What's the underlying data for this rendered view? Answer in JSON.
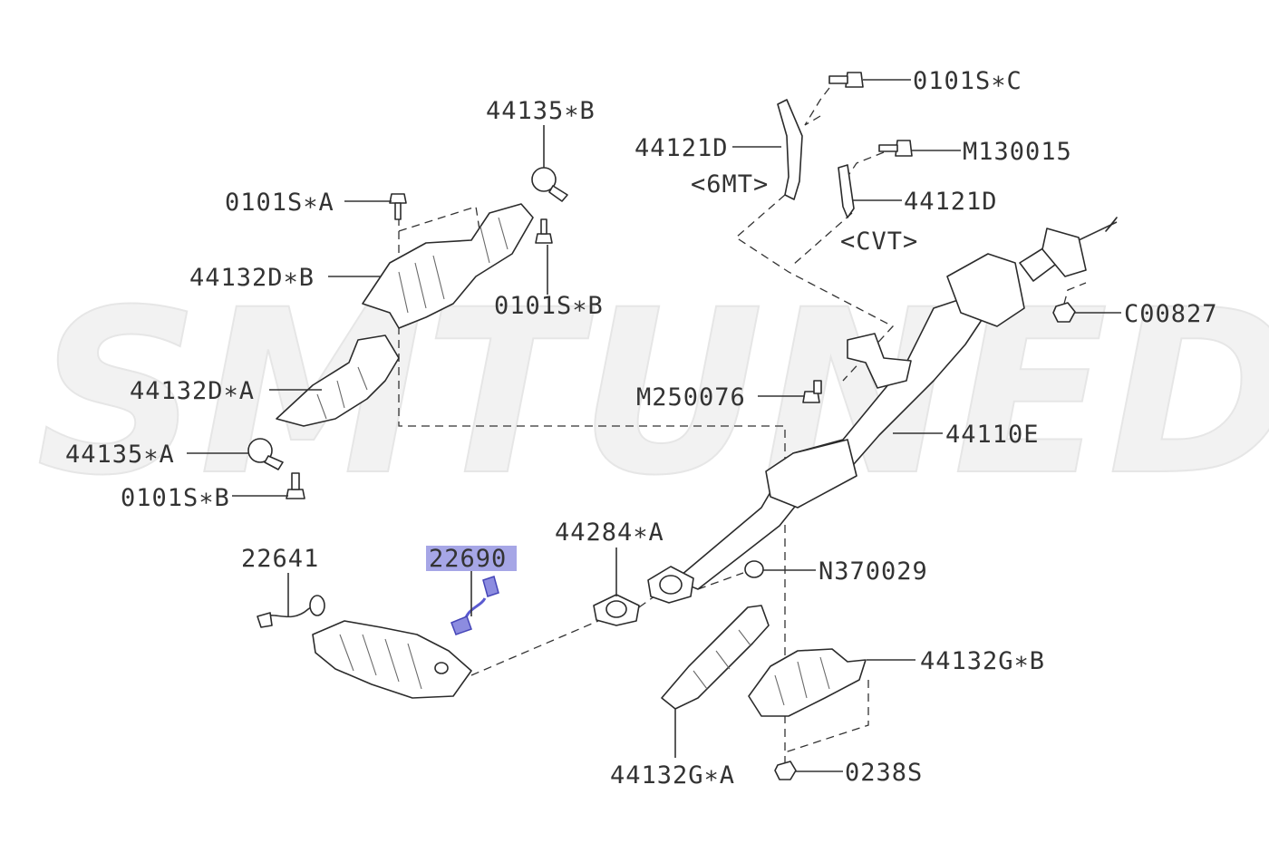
{
  "watermark": "SMTUNED",
  "highlight_color": "#a6a6e6",
  "sensor_color": "#5a5ad0",
  "labels": {
    "l_0101s_c": "0101S∗C",
    "l_44135_b": "44135∗B",
    "l_44121d_6mt": "44121D",
    "l_6mt": "<6MT>",
    "l_m130015": "M130015",
    "l_0101s_a": "0101S∗A",
    "l_44121d_cvt": "44121D",
    "l_cvt": "<CVT>",
    "l_44132d_b": "44132D∗B",
    "l_0101s_b_top": "0101S∗B",
    "l_c00827": "C00827",
    "l_44132d_a": "44132D∗A",
    "l_m250076": "M250076",
    "l_44110e": "44110E",
    "l_44135_a": "44135∗A",
    "l_0101s_b_bot": "0101S∗B",
    "l_44284_a": "44284∗A",
    "l_22641": "22641",
    "l_22690": "22690",
    "l_n370029": "N370029",
    "l_44132g_b": "44132G∗B",
    "l_0238s": "0238S",
    "l_44132g_a": "44132G∗A"
  }
}
